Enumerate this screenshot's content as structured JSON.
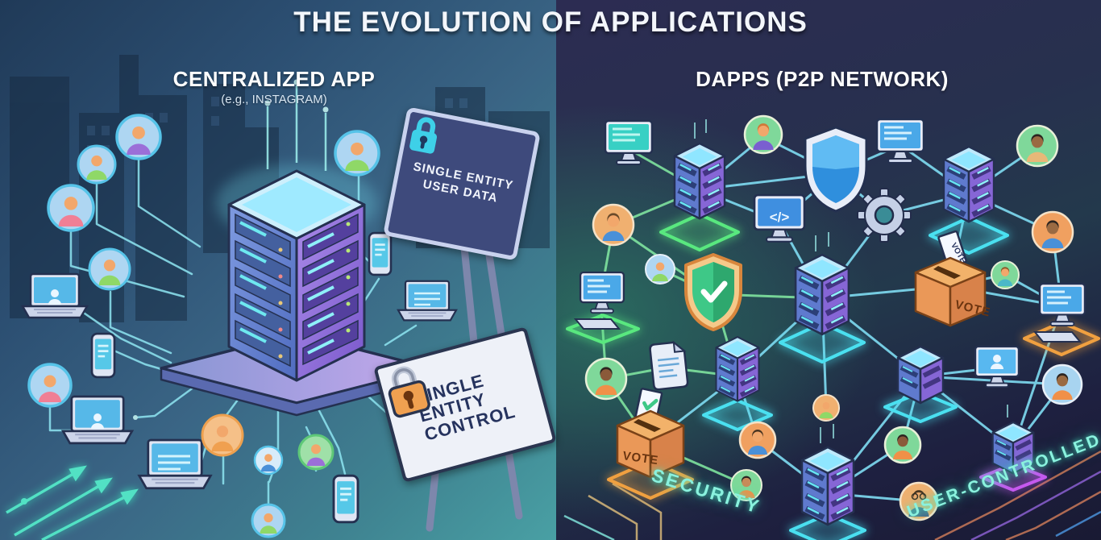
{
  "title": "THE EVOLUTION OF APPLICATIONS",
  "left_panel": {
    "heading": "CENTRALIZED APP",
    "subheading": "(e.g., INSTAGRAM)",
    "sign_user_data": {
      "top": "SINGLE ENTITY",
      "bottom": "USER DATA"
    },
    "sign_control": {
      "line1": "SINGLE",
      "line2": "ENTITY",
      "line3": "CONTROL"
    }
  },
  "right_panel": {
    "heading": "DAPPS (P2P NETWORK)",
    "code_symbol": "</>",
    "ballot_top": {
      "box_label": "VOTE",
      "ballot_label": "VOTE"
    },
    "ballot_bottom": {
      "box_label": "VOTE"
    },
    "floor_labels": {
      "security": "SECURITY",
      "user_controlled": "USER-CONTROLLED"
    }
  },
  "colors": {
    "cyan_glow": "#4ae0f0",
    "green_glow": "#59e87f",
    "orange_glow": "#f0a040",
    "magenta_glow": "#c858f0",
    "line_cyan": "#8fe6f2",
    "line_green": "#7fe39f",
    "lock_cyan": "#3ed0e8",
    "lock_orange": "#f0a050",
    "shield_blue": "#4aa8ea",
    "shield_green": "#3ec887"
  }
}
